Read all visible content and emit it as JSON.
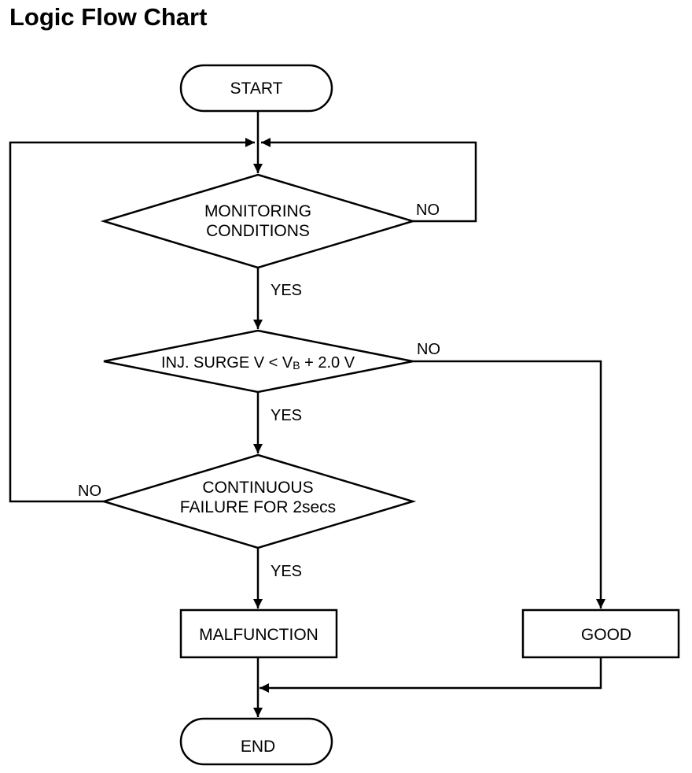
{
  "title": "Logic Flow Chart",
  "colors": {
    "stroke": "#000000",
    "background": "#ffffff",
    "text": "#000000"
  },
  "nodes": {
    "start": "START",
    "monitoring": [
      "MONITORING",
      "CONDITIONS"
    ],
    "surge": {
      "prefix": "INJ. SURGE V < V",
      "subscript": "B",
      "suffix": " + 2.0 V"
    },
    "continuous": [
      "CONTINUOUS",
      "FAILURE FOR 2secs"
    ],
    "malfunction": "MALFUNCTION",
    "good": "GOOD",
    "end": "END"
  },
  "labels": {
    "monitoring_no": "NO",
    "monitoring_yes": "YES",
    "surge_no": "NO",
    "surge_yes": "YES",
    "continuous_no": "NO",
    "continuous_yes": "YES"
  }
}
